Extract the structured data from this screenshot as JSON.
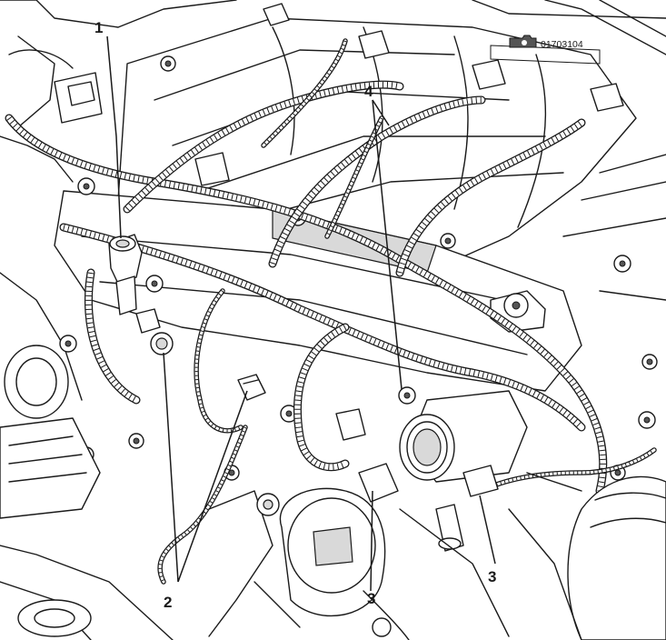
{
  "figure": {
    "reference_code": "01703104",
    "callouts": {
      "c1": "1",
      "c2": "2",
      "c3a": "3",
      "c3b": "3",
      "c4": "4"
    }
  }
}
